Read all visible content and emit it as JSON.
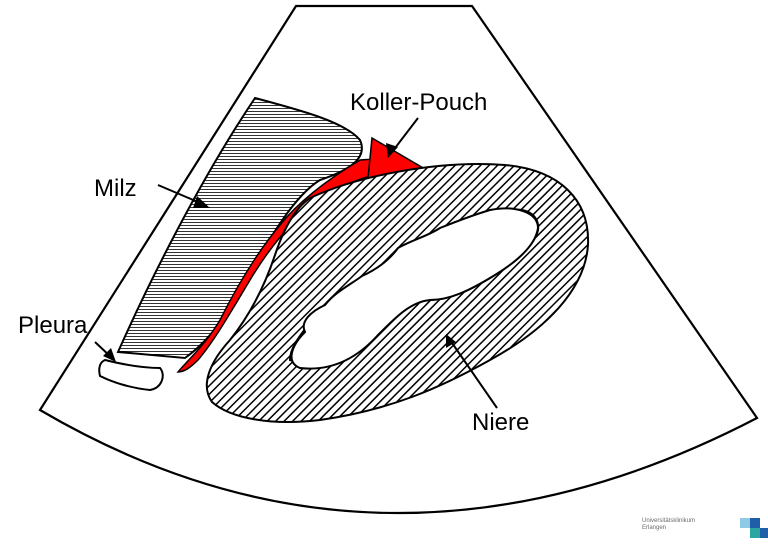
{
  "labels": {
    "milz": "Milz",
    "koller_pouch": "Koller-Pouch",
    "pleura": "Pleura",
    "niere": "Niere"
  },
  "colors": {
    "pouch_fill": "#ff0000",
    "outline": "#000000",
    "background": "#ffffff",
    "logo_blue": "#1f5fa8",
    "logo_teal": "#2aa7a0",
    "logo_light": "#8ecae6"
  },
  "logo": {
    "line1": "Universitätsklinikum",
    "line2": "Erlangen"
  }
}
